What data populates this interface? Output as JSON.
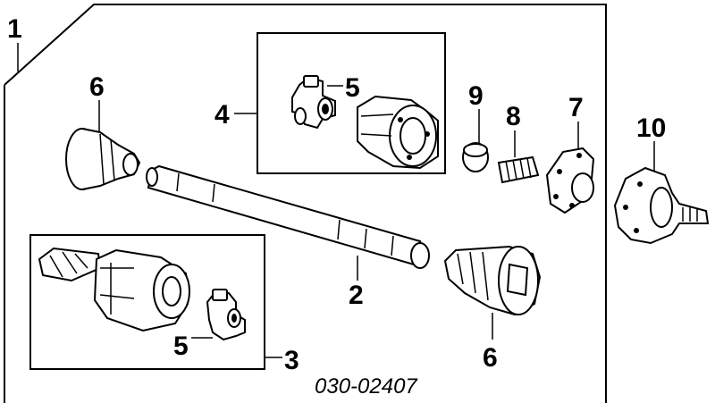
{
  "callouts": {
    "c1": "1",
    "c2": "2",
    "c3": "3",
    "c4": "4",
    "c5_top": "5",
    "c5_bottom": "5",
    "c6_top": "6",
    "c6_bottom": "6",
    "c7": "7",
    "c8": "8",
    "c9": "9",
    "c10": "10"
  },
  "diagram_code": "030-02407",
  "colors": {
    "ink": "#000000",
    "paper": "#ffffff"
  }
}
